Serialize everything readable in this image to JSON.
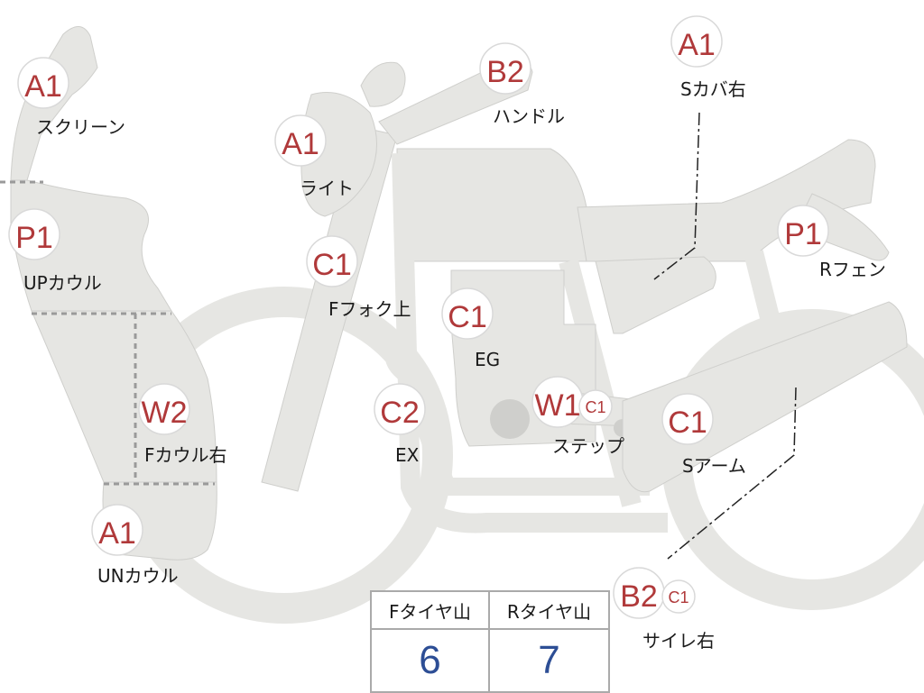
{
  "parts": [
    {
      "id": "screen",
      "codes": [
        "A1"
      ],
      "label": "スクリーン"
    },
    {
      "id": "up-cowl",
      "codes": [
        "P1"
      ],
      "label": "UPカウル"
    },
    {
      "id": "f-cowl-right",
      "codes": [
        "W2"
      ],
      "label": "Fカウル右"
    },
    {
      "id": "un-cowl",
      "codes": [
        "A1"
      ],
      "label": "UNカウル"
    },
    {
      "id": "light",
      "codes": [
        "A1"
      ],
      "label": "ライト"
    },
    {
      "id": "handle",
      "codes": [
        "B2"
      ],
      "label": "ハンドル"
    },
    {
      "id": "fork-upper",
      "codes": [
        "C1"
      ],
      "label": "Fフォク上"
    },
    {
      "id": "engine",
      "codes": [
        "C1"
      ],
      "label": "EG"
    },
    {
      "id": "exhaust",
      "codes": [
        "C2"
      ],
      "label": "EX"
    },
    {
      "id": "step",
      "codes": [
        "W1",
        "C1"
      ],
      "label": "ステップ"
    },
    {
      "id": "s-cover-right",
      "codes": [
        "A1"
      ],
      "label": "Sカバ右"
    },
    {
      "id": "r-fender",
      "codes": [
        "P1"
      ],
      "label": "Rフェン"
    },
    {
      "id": "swing-arm",
      "codes": [
        "C1"
      ],
      "label": "Sアーム"
    },
    {
      "id": "silencer-right",
      "codes": [
        "B2",
        "C1"
      ],
      "label": "サイレ右"
    }
  ],
  "tires": {
    "front_label": "Fタイヤ山",
    "rear_label": "Rタイヤ山",
    "front_value": "6",
    "rear_value": "7"
  },
  "colors": {
    "code": "#b0393a",
    "tire_value": "#2d4e95",
    "body": "#e6e6e3"
  }
}
